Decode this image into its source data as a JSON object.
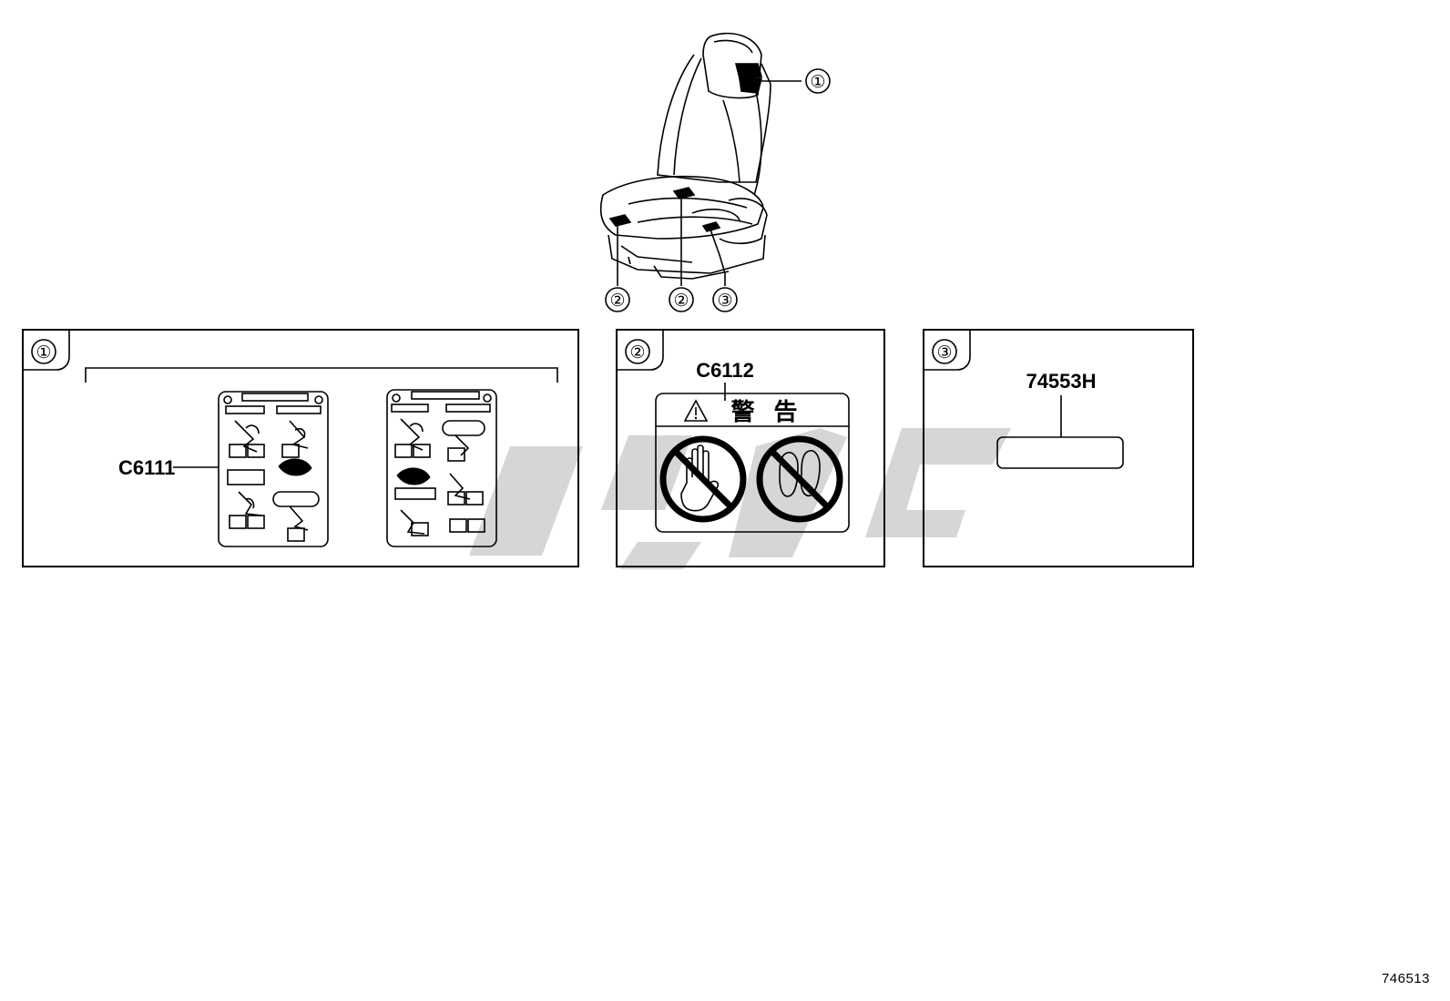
{
  "callouts": {
    "c1": "①",
    "c2": "②",
    "c3": "③"
  },
  "panels": [
    {
      "key": "1",
      "callout": "①",
      "part_number": "C6111"
    },
    {
      "key": "2",
      "callout": "②",
      "part_number": "C6112",
      "warning_text": "警 告"
    },
    {
      "key": "3",
      "callout": "③",
      "part_number": "74553H"
    }
  ],
  "drawing_id": "746513",
  "icons": [
    "seat-illustration",
    "caution-triangle-icon",
    "no-hand-icon",
    "no-step-icon"
  ]
}
